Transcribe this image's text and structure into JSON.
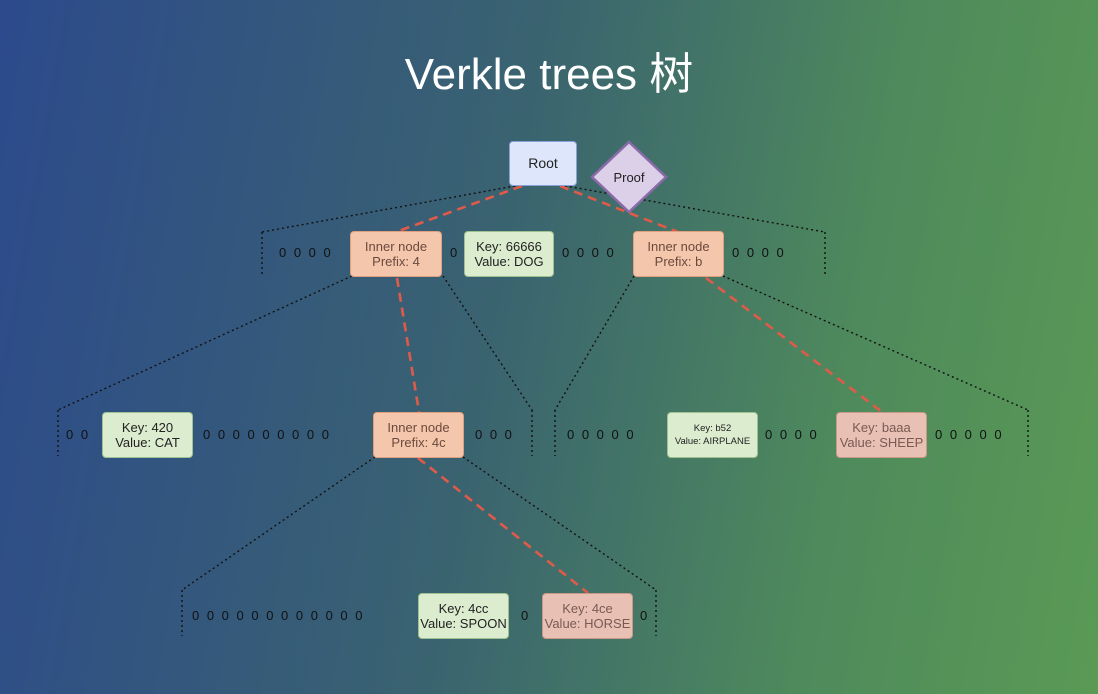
{
  "title": "Verkle trees 树",
  "root": {
    "label": "Root"
  },
  "proof": {
    "label": "Proof"
  },
  "level1": {
    "inner_4": {
      "line1": "Inner node",
      "line2": "Prefix: 4"
    },
    "leaf_dog": {
      "line1": "Key: 66666",
      "line2": "Value: DOG"
    },
    "inner_b": {
      "line1": "Inner node",
      "line2": "Prefix: b"
    },
    "zeros_left": "0 0 0 0",
    "zero_mid1": "0",
    "zeros_mid2": "0 0 0 0",
    "zeros_right": "0 0 0 0"
  },
  "level2": {
    "leaf_cat": {
      "line1": "Key: 420",
      "line2": "Value: CAT"
    },
    "inner_4c": {
      "line1": "Inner node",
      "line2": "Prefix: 4c"
    },
    "leaf_airplane": {
      "line1": "Key: b52",
      "line2": "Value: AIRPLANE"
    },
    "leaf_sheep": {
      "line1": "Key: baaa",
      "line2": "Value: SHEEP"
    },
    "zeros_a": "0 0",
    "zeros_b": "0 0 0 0 0 0 0 0 0",
    "zeros_c": "0 0 0",
    "zeros_d": "0 0 0 0 0",
    "zeros_e": "0 0 0 0",
    "zeros_f": "0 0 0 0 0"
  },
  "level3": {
    "leaf_spoon": {
      "line1": "Key: 4cc",
      "line2": "Value: SPOON"
    },
    "leaf_horse": {
      "line1": "Key: 4ce",
      "line2": "Value: HORSE"
    },
    "zeros_a": "0 0 0 0 0 0 0 0 0 0 0 0",
    "zero_b": "0",
    "zero_c": "0"
  },
  "colors": {
    "proof_path": "#e05a4a",
    "tree_edge": "#111111",
    "root_fill": "#dde6fb",
    "inner_fill": "#f4c6ab",
    "leaf_fill": "#dceccf",
    "proven_leaf_fill": "#e8c0b4",
    "proof_fill": "#dcd0e8",
    "proof_stroke": "#8a6aa8"
  }
}
